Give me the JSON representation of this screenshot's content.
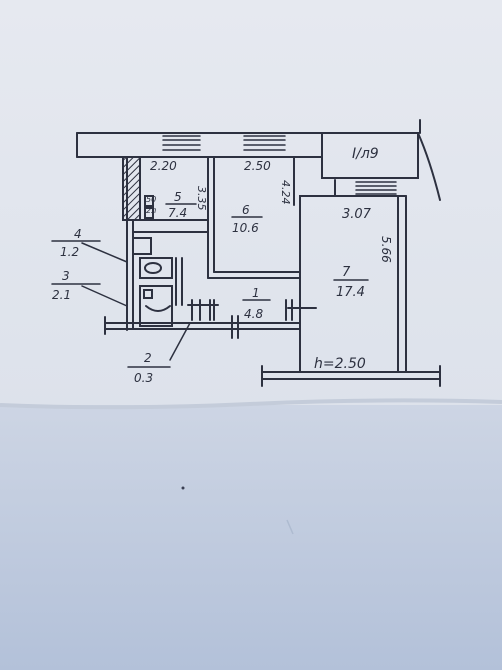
{
  "plan": {
    "sheet_label": "I/л9",
    "ceiling_height": "h=2.50",
    "rooms": [
      {
        "number": "1",
        "area": "4.8"
      },
      {
        "number": "2",
        "area": "0.3"
      },
      {
        "number": "3",
        "area": "2.1"
      },
      {
        "number": "4",
        "area": "1.2"
      },
      {
        "number": "5",
        "area": "7.4"
      },
      {
        "number": "6",
        "area": "10.6"
      },
      {
        "number": "7",
        "area": "17.4"
      }
    ],
    "dimensions": {
      "kitchen_width": "2.20",
      "room6_width": "2.50",
      "room7_width": "3.07",
      "kitchen_depth": "3.35",
      "room6_depth": "4.24",
      "room7_depth": "5.66"
    },
    "stove_label_top": "50",
    "stove_label_bottom": "2л"
  },
  "colors": {
    "ink": "#2d3140",
    "paper_top": "#e4e8ef",
    "paper_bottom": "#dbe0ea",
    "desk": "#b9c6dc"
  }
}
